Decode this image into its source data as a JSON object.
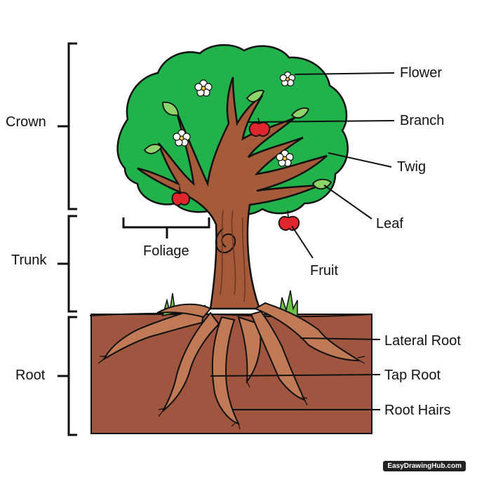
{
  "labels": {
    "crown": "Crown",
    "trunk": "Trunk",
    "root": "Root",
    "foliage": "Foliage",
    "flower": "Flower",
    "branch": "Branch",
    "twig": "Twig",
    "leaf": "Leaf",
    "fruit": "Fruit",
    "lateral_root": "Lateral Root",
    "tap_root": "Tap Root",
    "root_hairs": "Root Hairs"
  },
  "watermark": "EasyDrawingHub.com",
  "colors": {
    "canopy": "#21b24b",
    "trunk": "#a55a3a",
    "soil": "#a0553f",
    "fruit": "#e0262d",
    "leaf": "#8fd36b",
    "grass": "#6cc04a",
    "outline": "#111111"
  }
}
